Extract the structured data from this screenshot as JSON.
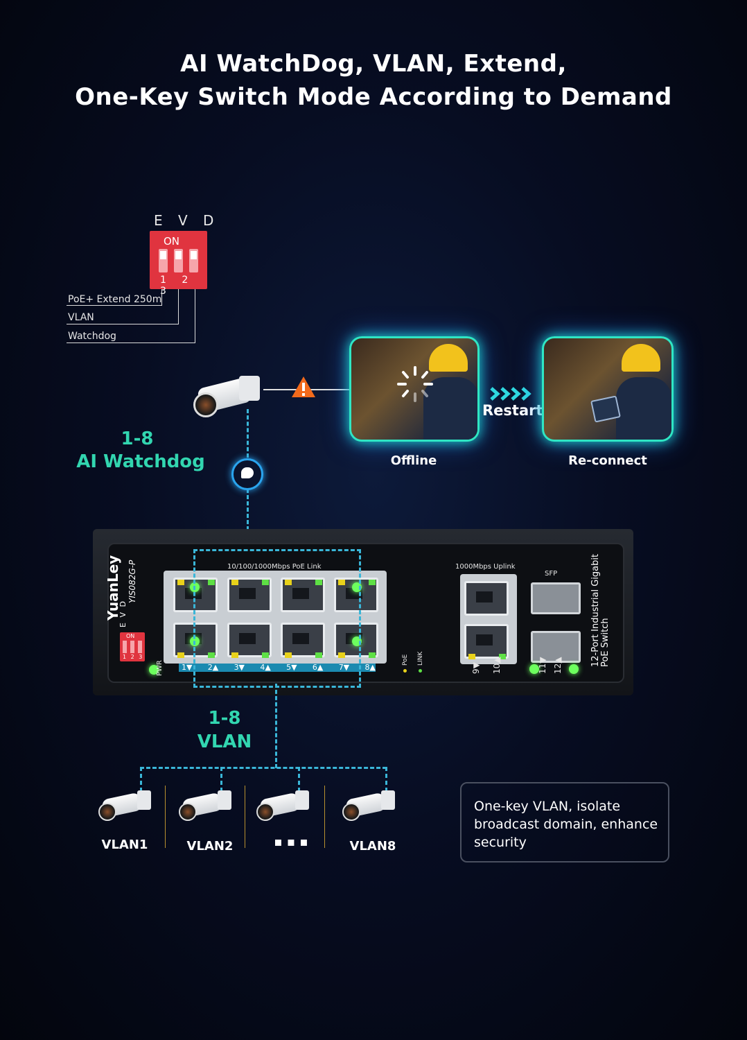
{
  "title": {
    "line1": "AI WatchDog, VLAN, Extend,",
    "line2": "One-Key Switch Mode According to Demand"
  },
  "dip_switch": {
    "letters": "E V D",
    "on_label": "ON",
    "numbers": "1 2 3",
    "labels": [
      "PoE+ Extend 250m",
      "VLAN",
      "Watchdog"
    ]
  },
  "watchdog": {
    "range": "1-8",
    "label": "AI Watchdog",
    "restart_label": "Restart",
    "offline_label": "Offline",
    "reconnect_label": "Re-connect"
  },
  "switch": {
    "brand": "YuanLey",
    "model": "YIS082G-P",
    "side_letters": "E V D",
    "on_label": "ON",
    "dip_numbers": "1 2 3",
    "pwr_label": "PWR",
    "poe_group_label": "10/100/1000Mbps PoE Link",
    "uplink_label": "1000Mbps Uplink",
    "sfp_label": "SFP",
    "poe_led_label": "PoE",
    "link_led_label": "LINK",
    "port_numbers": [
      "1▼",
      "2▲",
      "3▼",
      "4▲",
      "5▼",
      "6▲",
      "7▼",
      "8▲"
    ],
    "uplink_numbers": [
      "9▼",
      "10▲"
    ],
    "sfp_numbers": [
      "11▼",
      "12▲"
    ],
    "product_line1": "12-Port Industrial Gigabit",
    "product_line2": "PoE Switch"
  },
  "vlan": {
    "range": "1-8",
    "label": "VLAN",
    "cameras": [
      "VLAN1",
      "VLAN2",
      "▪ ▪ ▪",
      "VLAN8"
    ],
    "note": "One-key VLAN, isolate broadcast domain, enhance security"
  }
}
